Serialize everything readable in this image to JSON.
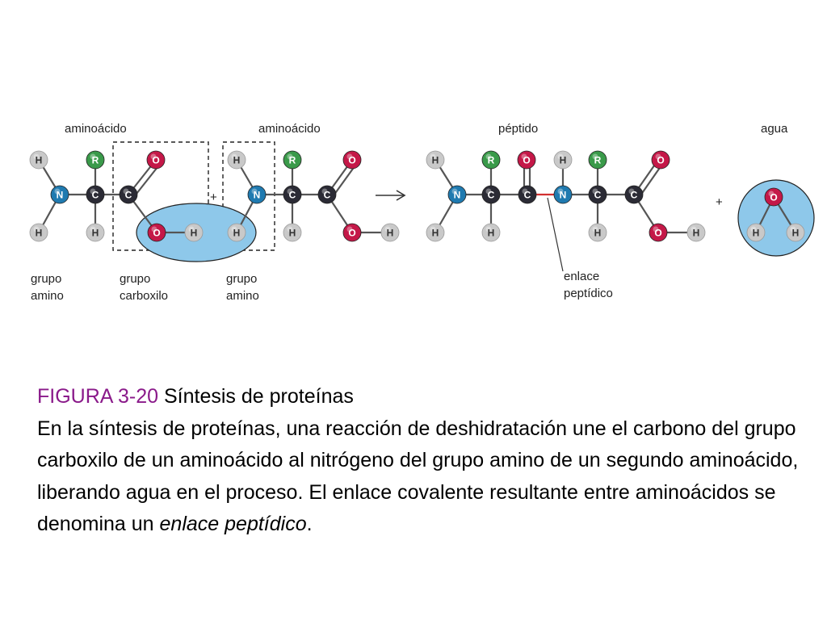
{
  "diagram": {
    "labels": {
      "aminoacid_1": "aminoácido",
      "aminoacid_2": "aminoácido",
      "peptide": "péptido",
      "water": "agua",
      "amino_group_1": [
        "grupo",
        "amino"
      ],
      "carboxyl_group": [
        "grupo",
        "carboxilo"
      ],
      "amino_group_2": [
        "grupo",
        "amino"
      ],
      "peptide_bond": [
        "enlace",
        "peptídico"
      ],
      "plus": "+"
    },
    "atom_colors": {
      "H": "#c9c9c9",
      "N": "#1f7ab0",
      "C": "#2b2b35",
      "R": "#3a9a4a",
      "O": "#c41848"
    },
    "highlight_color": "#8ec8ea"
  },
  "caption": {
    "figure_number": "FIGURA 3-20",
    "figure_title": " Síntesis de proteínas",
    "body_1": "En la síntesis de proteínas, una reacción de deshidratación une el carbono del grupo carboxilo de un aminoácido al nitrógeno del grupo amino de un segundo aminoácido, liberando agua en el proceso. El enlace covalente resultante entre aminoácidos se denomina un ",
    "body_italic": "enlace peptídico",
    "body_end": "."
  }
}
